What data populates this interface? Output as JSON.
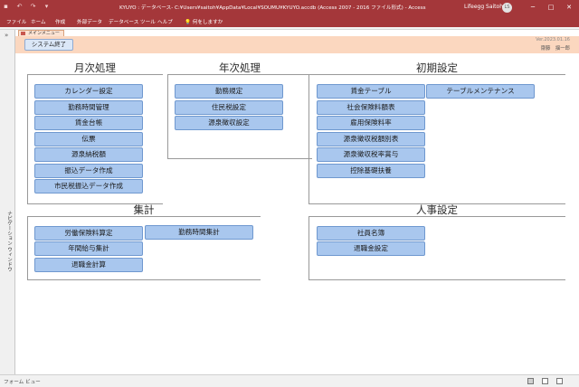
{
  "titlebar": {
    "title": "KYUYO : データベース- C:¥Users¥saitoh¥AppData¥Local¥SOUMU¥KYUYO.accdb (Access 2007 - 2016 ファイル形式) - Access",
    "user": "Lifeegg Saitoh",
    "avatar_text": "LS",
    "minimize": "─",
    "maximize": "□",
    "close": "✕"
  },
  "ribbon": {
    "tabs": [
      "ファイル",
      "ホーム",
      "作成",
      "外部データ",
      "データベース ツール",
      "ヘルプ"
    ],
    "tell_me": "何をしますか"
  },
  "navpane": {
    "label": "ナビゲーション ウィンドウ",
    "toggle": "»"
  },
  "doctab": {
    "label": "メインメニュー"
  },
  "header": {
    "system_exit": "システム終了",
    "version": "Ver.2023.01.16",
    "editor": "齋藤　揺一郎"
  },
  "sections": {
    "monthly": {
      "title": "月次処理",
      "buttons": [
        "カレンダー設定",
        "勤務時間管理",
        "賃金台帳",
        "伝票",
        "源泉納税額",
        "振込データ作成",
        "市民税振込データ作成"
      ]
    },
    "yearly": {
      "title": "年次処理",
      "buttons": [
        "勤務規定",
        "住民税設定",
        "源泉徴収設定"
      ]
    },
    "initial": {
      "title": "初期設定",
      "buttons": [
        "賃金テーブル",
        "社会保険料額表",
        "雇用保険料率",
        "源泉徴収税額別表",
        "源泉徴収税率賞与",
        "控除基礎扶養"
      ],
      "buttons_right": [
        "テーブルメンテナンス"
      ]
    },
    "totals": {
      "title": "集計",
      "buttons": [
        "労働保険料算定",
        "年間給与集計",
        "退職金計算"
      ],
      "buttons_right": [
        "勤務時間集計"
      ]
    },
    "personnel": {
      "title": "人事設定",
      "buttons": [
        "社員名簿",
        "退職金設定"
      ]
    }
  },
  "statusbar": {
    "text": "フォーム ビュー"
  },
  "colors": {
    "ribbon": "#a4373a",
    "header": "#fbd7bf",
    "button": "#a9c7ee",
    "button_border": "#6f98cf"
  }
}
